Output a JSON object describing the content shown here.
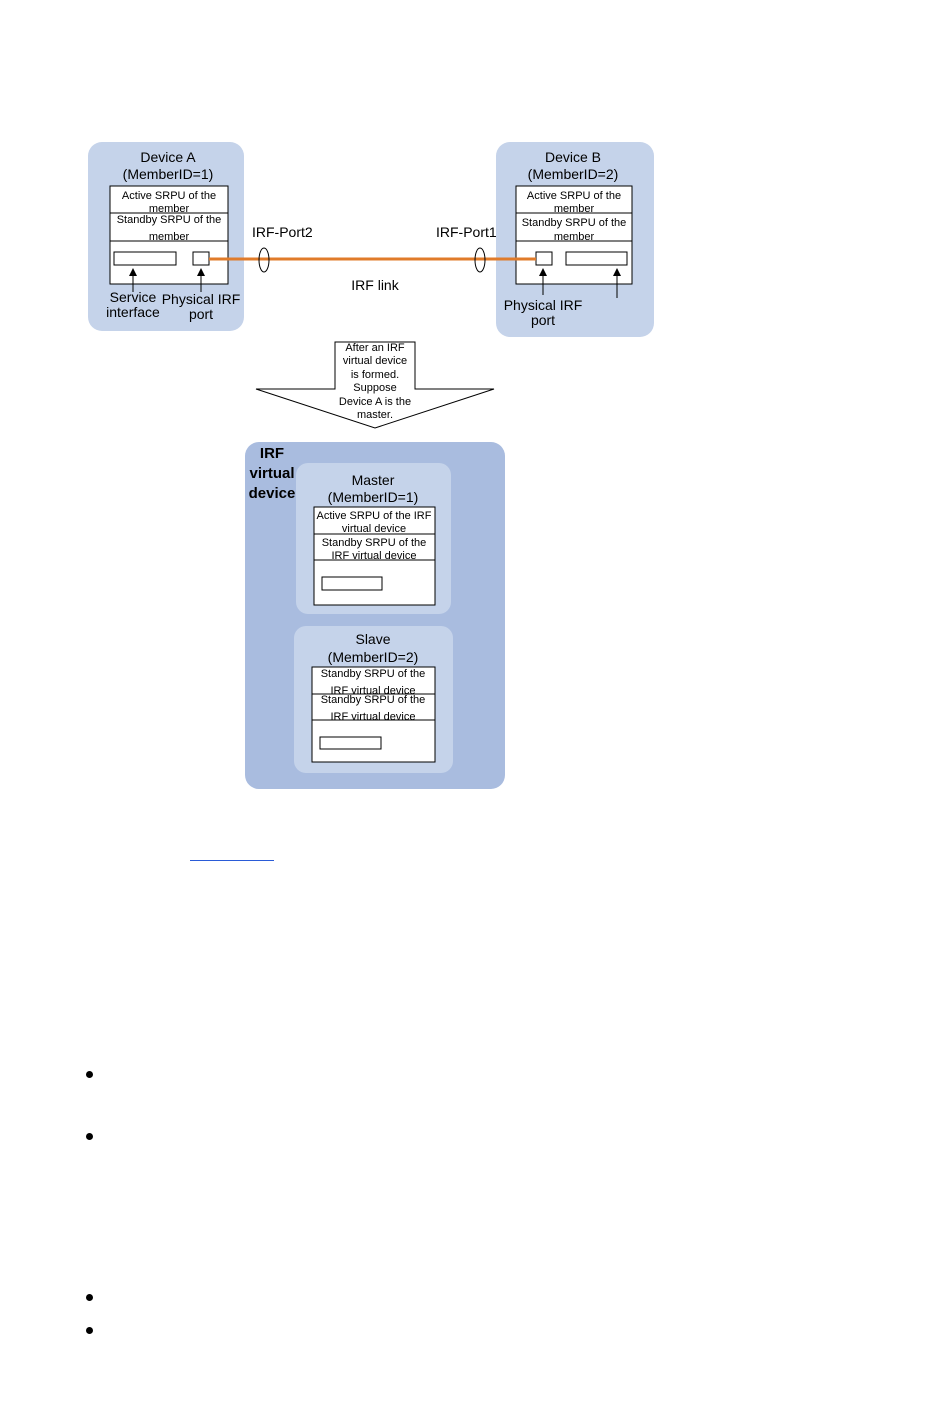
{
  "diagram": {
    "device_a": {
      "title": "Device A",
      "member_id": "(MemberID=1)",
      "active_srpu": [
        "Active SRPU of the",
        "member"
      ],
      "standby_srpu": [
        "Standby SRPU of the",
        "member"
      ],
      "service_label": [
        "Service",
        "interface"
      ],
      "port_label": [
        "Physical IRF",
        "port"
      ]
    },
    "device_b": {
      "title": "Device B",
      "member_id": "(MemberID=2)",
      "active_srpu": [
        "Active SRPU of the",
        "member"
      ],
      "standby_srpu": [
        "Standby SRPU of the",
        "member"
      ],
      "port_label": [
        "Physical IRF",
        "port"
      ]
    },
    "irf_port_a": "IRF-Port2",
    "irf_port_b": "IRF-Port1",
    "irf_link": "IRF link",
    "arrow_note": [
      "After an IRF",
      "virtual device",
      "is formed.",
      "Suppose",
      "Device A is the",
      "master."
    ],
    "irf_virtual_device": [
      "IRF",
      "virtual",
      "device"
    ],
    "master": {
      "title": "Master",
      "member_id": "(MemberID=1)",
      "active_srpu": [
        "Active SRPU of the IRF",
        "virtual device"
      ],
      "standby_srpu": [
        "Standby SRPU of the",
        "IRF virtual device"
      ]
    },
    "slave": {
      "title": "Slave",
      "member_id": "(MemberID=2)",
      "standby_srpu_1": [
        "Standby SRPU of the",
        "IRF virtual device"
      ],
      "standby_srpu_2": [
        "Standby SRPU of the",
        "IRF virtual device"
      ]
    }
  },
  "colors": {
    "device_panel": "#c5d3ea",
    "outer_panel": "#a9bcdf",
    "irf_link": "#e07b2a",
    "hyperlink": "#2a5bd7"
  }
}
